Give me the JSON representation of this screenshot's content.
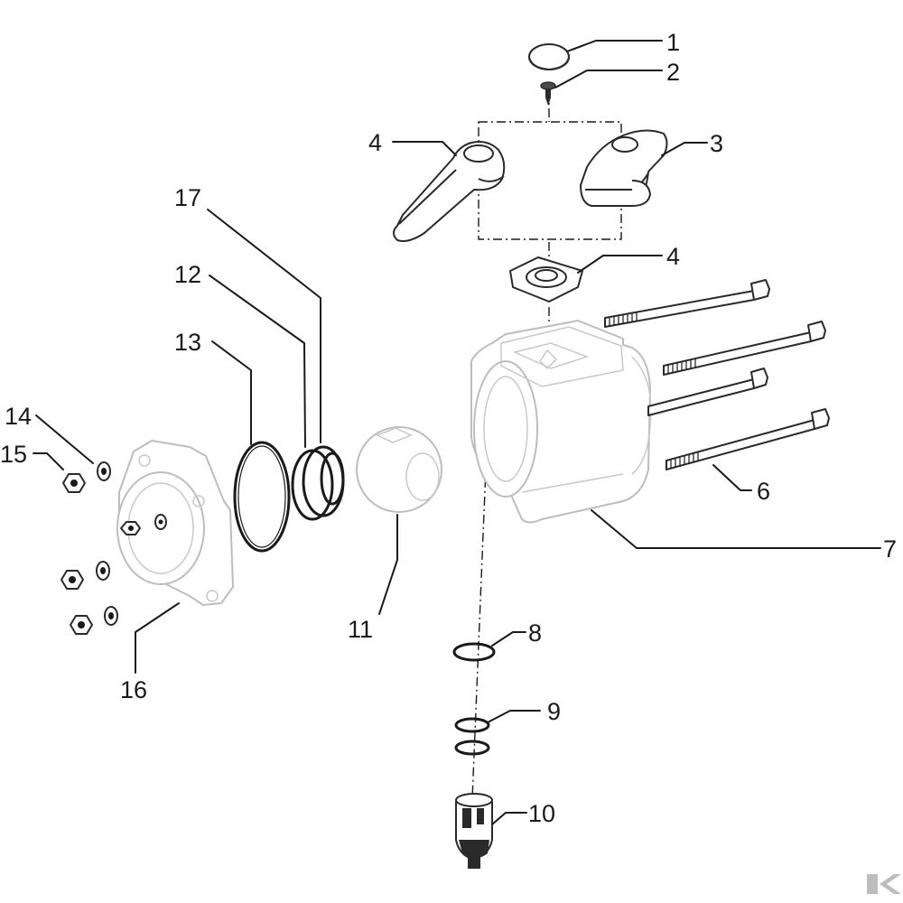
{
  "callouts": [
    {
      "id": "c1",
      "label": "1"
    },
    {
      "id": "c2",
      "label": "2"
    },
    {
      "id": "c3",
      "label": "3"
    },
    {
      "id": "c4a",
      "label": "4"
    },
    {
      "id": "c4b",
      "label": "4"
    },
    {
      "id": "c6",
      "label": "6"
    },
    {
      "id": "c7",
      "label": "7"
    },
    {
      "id": "c8",
      "label": "8"
    },
    {
      "id": "c9",
      "label": "9"
    },
    {
      "id": "c10",
      "label": "10"
    },
    {
      "id": "c11",
      "label": "11"
    },
    {
      "id": "c12",
      "label": "12"
    },
    {
      "id": "c13",
      "label": "13"
    },
    {
      "id": "c14",
      "label": "14"
    },
    {
      "id": "c15",
      "label": "15"
    },
    {
      "id": "c16",
      "label": "16"
    },
    {
      "id": "c17",
      "label": "17"
    }
  ],
  "colors": {
    "line": "#1a1a1a",
    "ghost": "#bdbdbd",
    "background": "#ffffff"
  }
}
